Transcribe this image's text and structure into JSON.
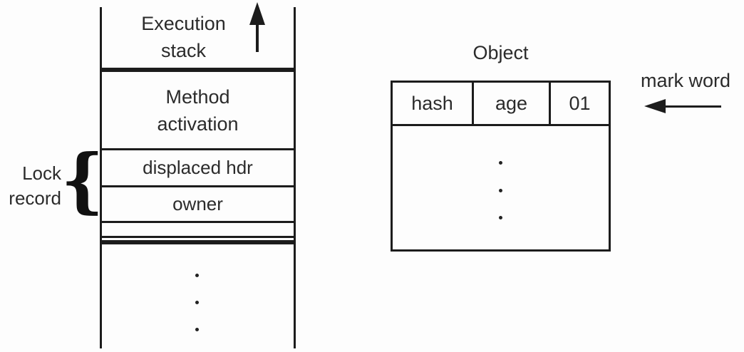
{
  "stack": {
    "title": "Execution\nstack",
    "method_activation": "Method\nactivation",
    "displaced_hdr": "displaced hdr",
    "owner": "owner",
    "ellipsis_dots": 3
  },
  "lock_record": {
    "label": "Lock\nrecord",
    "brace": "{"
  },
  "object": {
    "title": "Object",
    "header_cells": [
      "hash",
      "age",
      "01"
    ],
    "ellipsis_dots": 3
  },
  "mark_word": {
    "label": "mark word"
  },
  "icons": {
    "stack_growth": "up-arrow",
    "mark_word_pointer": "left-arrow"
  },
  "colors": {
    "line": "#1c1c1c",
    "text": "#2b2b2b",
    "background": "#fdfdfd"
  }
}
